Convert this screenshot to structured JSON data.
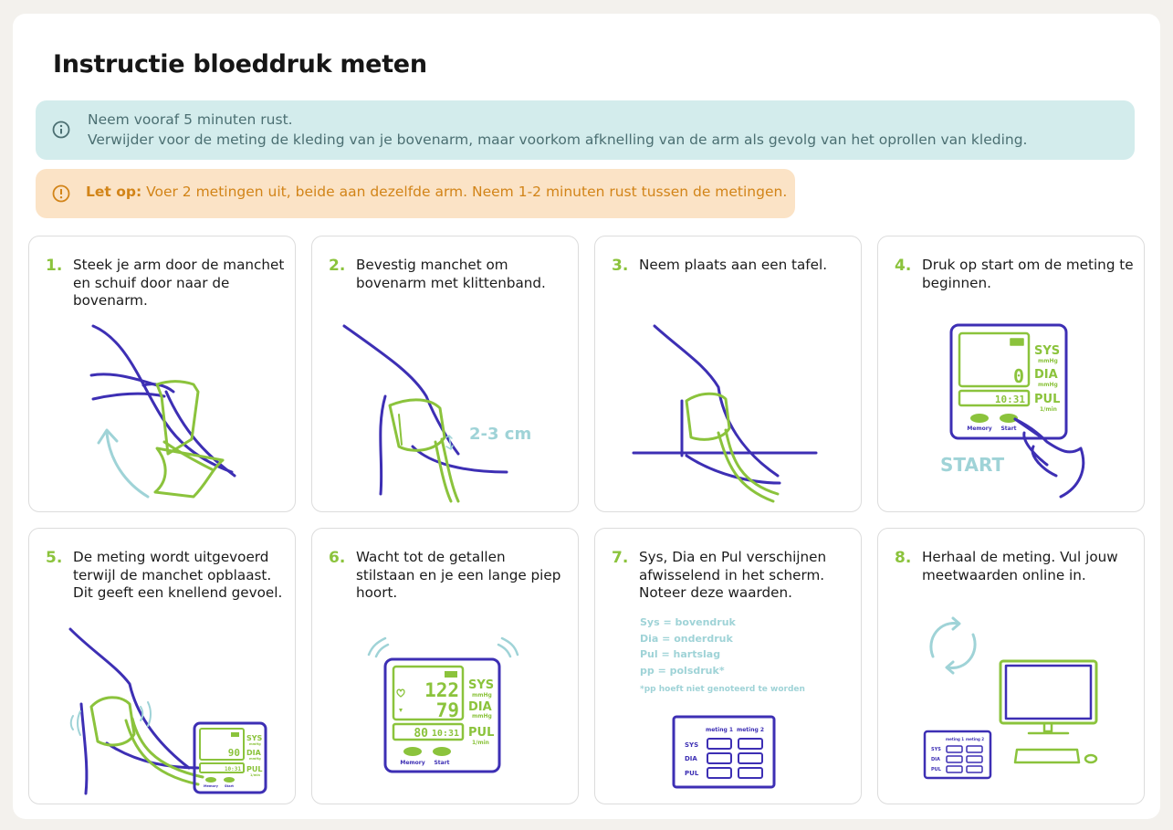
{
  "title": "Instructie bloeddruk meten",
  "info": {
    "line1": "Neem vooraf 5 minuten rust.",
    "line2": "Verwijder voor de meting de kleding van je bovenarm, maar voorkom afknelling van de arm als gevolg van het oprollen van kleding."
  },
  "warning": {
    "label": "Let op:",
    "text": "Voer 2 metingen uit, beide aan dezelfde arm. Neem 1-2 minuten rust tussen de metingen."
  },
  "steps": [
    {
      "num": "1.",
      "text": "Steek je arm door de manchet en schuif door naar de bovenarm."
    },
    {
      "num": "2.",
      "text": "Bevestig manchet om bovenarm met klittenband.",
      "label": "2-3 cm"
    },
    {
      "num": "3.",
      "text": "Neem plaats aan een tafel."
    },
    {
      "num": "4.",
      "text": "Druk op start om de meting te beginnen.",
      "start": "START",
      "monitor": {
        "sys": "SYS",
        "dia": "DIA",
        "pul": "PUL",
        "unit": "mmHg",
        "pul_unit": "1/min",
        "value": "0",
        "time": "10:31",
        "memory": "Memory",
        "start": "Start"
      }
    },
    {
      "num": "5.",
      "text": "De meting wordt uitgevoerd terwijl de manchet opblaast. Dit geeft een knellend gevoel.",
      "monitor": {
        "value": "90",
        "time": "10:31",
        "sys": "SYS",
        "dia": "DIA",
        "pul": "PUL",
        "unit": "mmHg",
        "pul_unit": "1/min",
        "memory": "Memory",
        "start": "Start"
      }
    },
    {
      "num": "6.",
      "text": "Wacht tot de getallen stilstaan en je een lange piep hoort.",
      "monitor": {
        "sys_value": "122",
        "dia_value": "79",
        "pul_value": "80",
        "time": "10:31",
        "sys": "SYS",
        "dia": "DIA",
        "pul": "PUL",
        "unit": "mmHg",
        "pul_unit": "1/min",
        "memory": "Memory",
        "start": "Start"
      }
    },
    {
      "num": "7.",
      "text": "Sys, Dia en Pul verschijnen afwisselend in het scherm. Noteer deze waarden.",
      "legend": [
        "Sys = bovendruk",
        "Dia = onderdruk",
        "Pul = hartslag",
        "pp = polsdruk*"
      ],
      "footnote": "*pp hoeft niet genoteerd te worden",
      "table": {
        "col1": "meting 1",
        "col2": "meting 2",
        "rows": [
          "SYS",
          "DIA",
          "PUL"
        ]
      }
    },
    {
      "num": "8.",
      "text": "Herhaal de meting. Vul jouw meetwaarden online in.",
      "table": {
        "col1": "meting 1",
        "col2": "meting 2",
        "rows": [
          "SYS",
          "DIA",
          "PUL"
        ]
      }
    }
  ],
  "colors": {
    "green": "#8bc33c",
    "purple": "#3d2fb4",
    "teal": "#9fd3d7",
    "info_bg": "#d3ecec",
    "warn_bg": "#fbe3c6",
    "warn_text": "#d28418"
  }
}
